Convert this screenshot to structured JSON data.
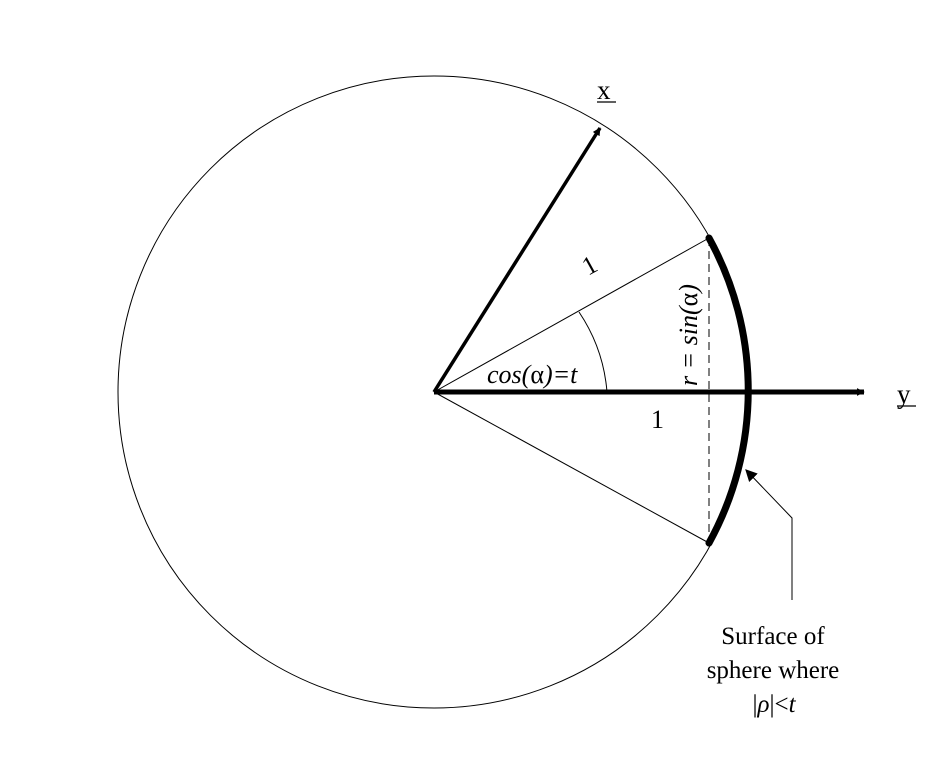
{
  "diagram": {
    "labels": {
      "axis_x": "x",
      "axis_y": "y",
      "radius_upper": "1",
      "radius_lower": "1",
      "cos_pre": "cos(",
      "alpha": "α",
      "cos_post": ")=t",
      "r_pre": "r = sin(",
      "r_post": ")",
      "caption_line1": "Surface of",
      "caption_line2": "sphere where",
      "caption_abs_open": "|",
      "caption_rho": "ρ",
      "caption_abs_close": "|<",
      "caption_t": "t"
    },
    "colors": {
      "stroke": "#000000",
      "background": "#ffffff"
    }
  }
}
